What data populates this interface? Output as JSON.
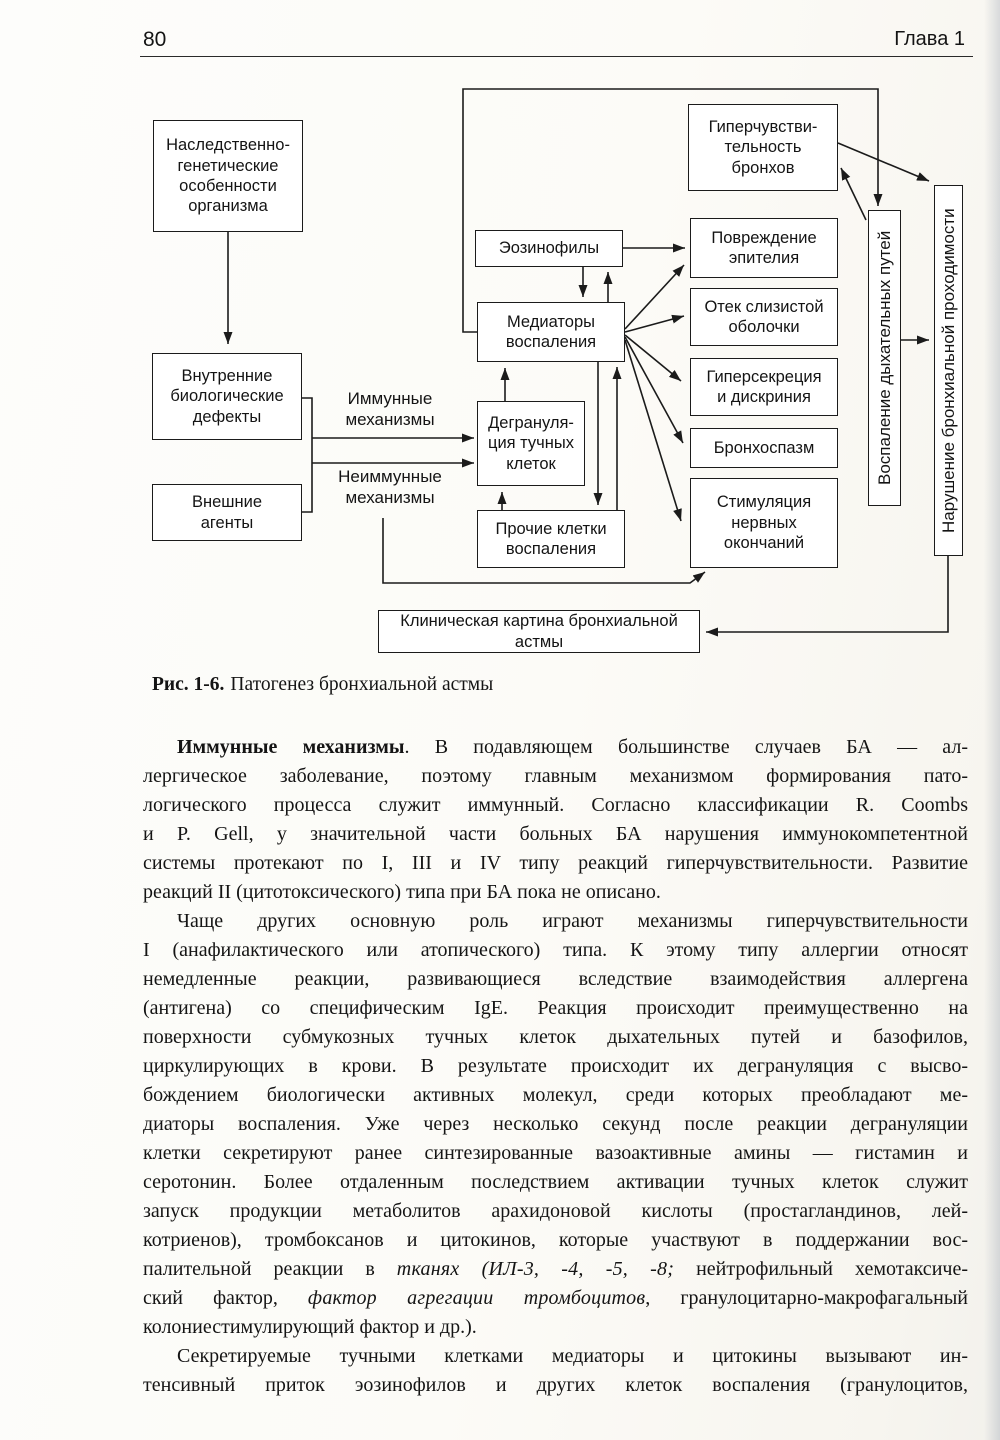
{
  "header": {
    "page_number": "80",
    "chapter": "Глава 1"
  },
  "figure": {
    "caption_label": "Рис. 1-6.",
    "caption_text": "Патогенез бронхиальной астмы",
    "nodes": {
      "nasled": "Наследственно-\nгенетические\nособенности\nорганизма",
      "vnutr": "Внутренние\nбиологические\nдефекты",
      "vnesh": "Внешние\nагенты",
      "eozin": "Эозинофилы",
      "mediator": "Медиаторы\nвоспаления",
      "degran": "Дегрануля-\nция тучных\nклеток",
      "prochie": "Прочие клетки\nвоспаления",
      "giperchuv": "Гиперчувстви-\nтельность\nбронхов",
      "povrezh": "Повреждение\nэпителия",
      "otek": "Отек слизистой\nоболочки",
      "gipersek": "Гиперсекреция\nи дискриния",
      "bronho": "Бронхоспазм",
      "stimul": "Стимуляция\nнервных\nокончаний",
      "vospal": "Воспаление дыхательных путей",
      "narush": "Нарушение бронхиальной проходимости",
      "klinika": "Клиническая картина бронхиальной астмы"
    },
    "edge_labels": {
      "immune": "Иммунные\nмеханизмы",
      "nonimmune": "Неиммунные\nмеханизмы"
    }
  },
  "body": {
    "paragraphs": [
      {
        "lines": [
          {
            "indent": true,
            "seg": [
              {
                "t": "Иммунные механизмы",
                "b": true
              },
              {
                "t": ". В подавляющем большинстве случаев БА — ал-"
              }
            ]
          },
          {
            "seg": [
              {
                "t": "лергическое заболевание, поэтому главным механизмом формирования пато-"
              }
            ]
          },
          {
            "seg": [
              {
                "t": "логического процесса служит иммунный. Согласно классификации R. Coombs"
              }
            ]
          },
          {
            "seg": [
              {
                "t": "и P. Gell, у значительной части больных БА нарушения иммунокомпетентной"
              }
            ]
          },
          {
            "seg": [
              {
                "t": "системы протекают по I, III и IV типу реакций гиперчувствительности. Развитие"
              }
            ]
          },
          {
            "end": true,
            "seg": [
              {
                "t": "реакций II (цитотоксического) типа при БА пока не описано."
              }
            ]
          }
        ]
      },
      {
        "lines": [
          {
            "indent": true,
            "seg": [
              {
                "t": "Чаще других основную роль играют механизмы гиперчувствительности"
              }
            ]
          },
          {
            "seg": [
              {
                "t": "I (анафилактического или атопического) типа. К этому типу аллергии относят"
              }
            ]
          },
          {
            "seg": [
              {
                "t": "немедленные реакции, развивающиеся вследствие взаимодействия аллергена"
              }
            ]
          },
          {
            "seg": [
              {
                "t": "(антигена) со специфическим IgE. Реакция происходит преимущественно на"
              }
            ]
          },
          {
            "seg": [
              {
                "t": "поверхности субмукозных тучных клеток дыхательных путей и базофилов,"
              }
            ]
          },
          {
            "seg": [
              {
                "t": "циркулирующих в крови. В результате происходит их дегрануляция с высво-"
              }
            ]
          },
          {
            "seg": [
              {
                "t": "бождением биологически активных молекул, среди которых преобладают ме-"
              }
            ]
          },
          {
            "seg": [
              {
                "t": "диаторы воспаления. Уже через несколько секунд после реакции дегрануляции"
              }
            ]
          },
          {
            "seg": [
              {
                "t": "клетки секретируют ранее синтезированные вазоактивные амины — гистамин и"
              }
            ]
          },
          {
            "seg": [
              {
                "t": "серотонин. Более отдаленным последствием активации тучных клеток служит"
              }
            ]
          },
          {
            "seg": [
              {
                "t": "запуск продукции метаболитов арахидоновой кислоты (простагландинов, лей-"
              }
            ]
          },
          {
            "seg": [
              {
                "t": "котриенов), тромбоксанов и цитокинов, которые участвуют в поддержании вос-"
              }
            ]
          },
          {
            "seg": [
              {
                "t": "палительной реакции в "
              },
              {
                "t": "тканях (ИЛ-3, -4, -5, -8;",
                "i": true
              },
              {
                "t": " нейтрофильный хемотаксиче-"
              }
            ]
          },
          {
            "seg": [
              {
                "t": "ский фактор, "
              },
              {
                "t": "фактор агрегации тромбоцитов",
                "i": true
              },
              {
                "t": ", гранулоцитарно-макрофагальный"
              }
            ]
          },
          {
            "end": true,
            "seg": [
              {
                "t": "колониестимулирующий фактор и др.)."
              }
            ]
          }
        ]
      },
      {
        "lines": [
          {
            "indent": true,
            "seg": [
              {
                "t": "Секретируемые тучными клетками медиаторы и цитокины вызывают ин-"
              }
            ]
          },
          {
            "seg": [
              {
                "t": "тенсивный приток эозинофилов и других клеток воспаления (гранулоцитов,"
              }
            ]
          }
        ]
      }
    ]
  }
}
